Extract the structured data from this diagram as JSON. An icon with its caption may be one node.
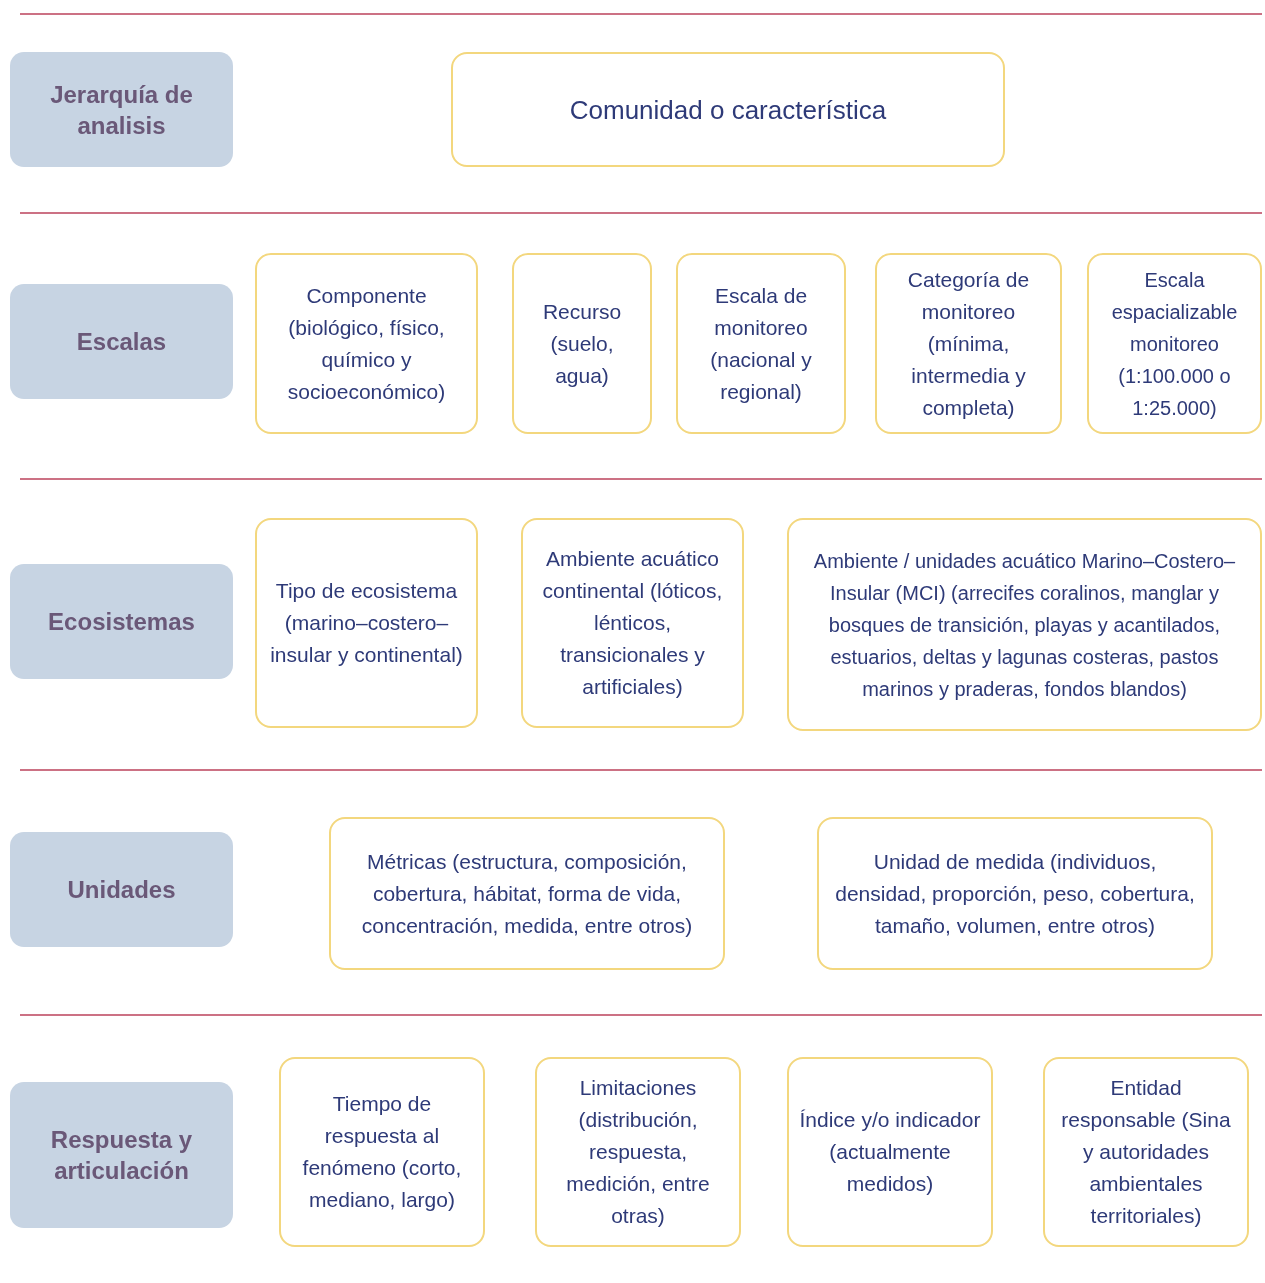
{
  "diagram": {
    "nodes": [
      {
        "text": [
          "Jerarquía de analisis"
        ]
      },
      {
        "text": [
          "Comunidad o característica"
        ]
      },
      {
        "text": [
          "Escalas"
        ]
      },
      {
        "text": [
          "Componente (biológico, físico, químico y socioeconómico)"
        ]
      },
      {
        "text": [
          "Recurso (suelo, agua)"
        ]
      },
      {
        "text": [
          "Escala de monitoreo (nacional y regional)"
        ]
      },
      {
        "text": [
          "Categoría de monitoreo (mínima, intermedia y completa)"
        ]
      },
      {
        "text": [
          "Escala espacializable monitoreo (1:100.000 o 1:25.000)"
        ]
      },
      {
        "text": [
          "Ecosistemas"
        ]
      },
      {
        "text": [
          "Tipo de ecosistema (marino–costero–insular y continental)"
        ]
      },
      {
        "text": [
          "Ambiente acuático continental (lóticos, lénticos, transicionales y artificiales)"
        ]
      },
      {
        "text": [
          "Ambiente / unidades acuático Marino–Costero–Insular (MCI) (arrecifes coralinos, manglar y bosques de transición, playas y acantilados, estuarios, deltas y lagunas costeras, pastos marinos y praderas, fondos blandos)"
        ]
      },
      {
        "text": [
          "Unidades"
        ]
      },
      {
        "text": [
          "Métricas (estructura, composición, cobertura, hábitat, forma de vida, concentración, medida, entre otros)"
        ]
      },
      {
        "text": [
          "Unidad de medida (individuos, densidad, proporción, peso, cobertura, tamaño, volumen, entre otros)"
        ]
      },
      {
        "text": [
          "Respuesta y articulación"
        ]
      },
      {
        "text": [
          "Tiempo de respuesta al fenómeno (corto, mediano, largo)"
        ]
      },
      {
        "text": [
          "Limitaciones (distribución, respuesta, medición, entre otras)"
        ]
      },
      {
        "text": [
          "Índice y/o indicador (actualmente medidos)"
        ]
      },
      {
        "text": [
          "Entidad responsable (Sina y autoridades ambientales territoriales)"
        ]
      }
    ]
  }
}
